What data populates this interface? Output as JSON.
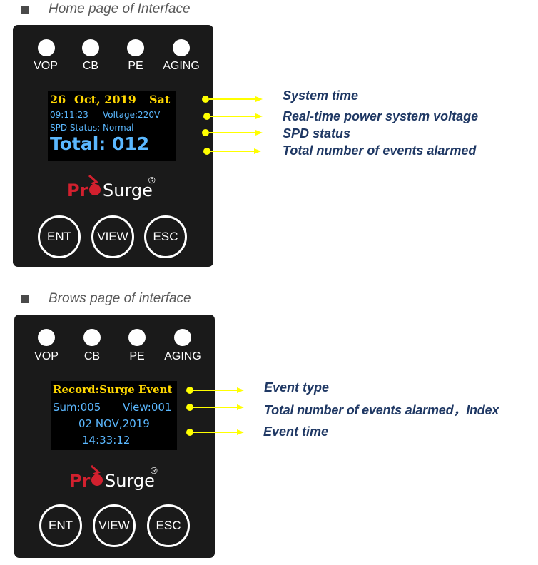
{
  "home": {
    "section_title": "Home page of Interface",
    "leds": [
      "VOP",
      "CB",
      "PE",
      "AGING"
    ],
    "screen": {
      "date": "26",
      "month_year": "Oct, 2019",
      "weekday": "Sat",
      "time": "09:11:23",
      "voltage": "Voltage:220V",
      "spd_status": "SPD Status: Normal",
      "total": "Total: 012"
    },
    "logo": {
      "part1": "Pr",
      "part2": "Surge",
      "reg": "®"
    },
    "buttons": [
      "ENT",
      "VIEW",
      "ESC"
    ],
    "callouts": [
      "System time",
      "Real-time power system voltage",
      "SPD status",
      "Total number of events alarmed"
    ]
  },
  "browse": {
    "section_title": "Brows page of interface",
    "leds": [
      "VOP",
      "CB",
      "PE",
      "AGING"
    ],
    "screen": {
      "record": "Record:Surge Event",
      "sum": "Sum:005",
      "view": "View:001",
      "date": "02 NOV,2019",
      "time": "14:33:12"
    },
    "logo": {
      "part1": "Pr",
      "part2": "Surge",
      "reg": "®"
    },
    "buttons": [
      "ENT",
      "VIEW",
      "ESC"
    ],
    "callouts": [
      "Event type",
      "Total number of events alarmed，Index",
      "Event time"
    ]
  },
  "colors": {
    "device_body": "#1a1a1a",
    "screen_yellow": "#ffd700",
    "screen_blue": "#5bb8ff",
    "callout_dot": "#ffff00",
    "callout_text": "#1f3864",
    "logo_red": "#d2202e"
  }
}
